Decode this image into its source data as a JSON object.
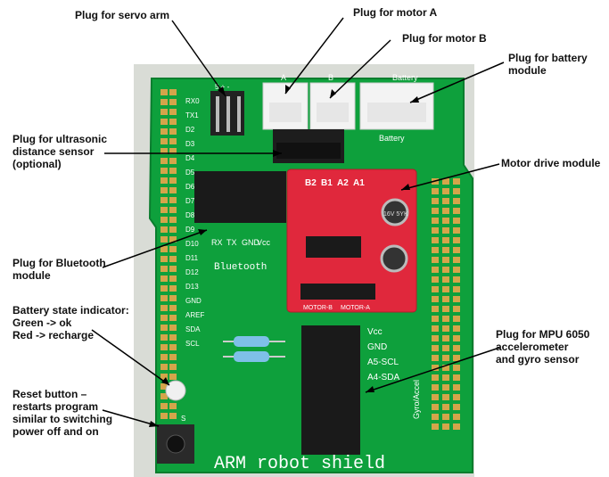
{
  "board": {
    "title": "ARM robot shield",
    "pcb_color": "#0ea03c",
    "driver_color": "#e0283c",
    "pin_labels_left": [
      "RX0",
      "TX1",
      "D2",
      "D3",
      "D4",
      "D5",
      "D6",
      "D7",
      "D8",
      "D9",
      "D10",
      "D11",
      "D12",
      "D13",
      "GND",
      "AREF",
      "SDA",
      "SCL"
    ],
    "servo_pins": [
      "5",
      "+",
      "-"
    ],
    "bt_pins": [
      "RX",
      "TX",
      "GND",
      "Vcc"
    ],
    "bt_label": "Bluetooth",
    "mpu_pins": [
      "Vcc",
      "GND",
      "A5-SCL",
      "A4-SDA"
    ],
    "mpu_label": "Gyro/Accel",
    "battery_label": "Battery",
    "motor_a_label": "A",
    "motor_b_label": "B",
    "driver_pins": [
      "B2",
      "B1",
      "A2",
      "A1"
    ],
    "driver_out_labels": [
      "MOTOR-B",
      "MOTOR-A"
    ],
    "capacitor_text": "16V 5YK",
    "reset_label": "S"
  },
  "callouts": {
    "servo": "Plug for servo arm",
    "motor_a": "Plug for motor A",
    "motor_b": "Plug for motor B",
    "battery": "Plug for battery\nmodule",
    "ultrasonic": "Plug for ultrasonic\ndistance sensor\n(optional)",
    "motor_drive": "Motor drive module",
    "bluetooth": "Plug for Bluetooth\nmodule",
    "battery_state": "Battery state indicator:\nGreen -> ok\nRed -> recharge",
    "mpu": "Plug for MPU 6050\naccelerometer\nand gyro sensor",
    "reset": "Reset button –\nrestarts program\nsimilar to switching\npower off and on"
  }
}
